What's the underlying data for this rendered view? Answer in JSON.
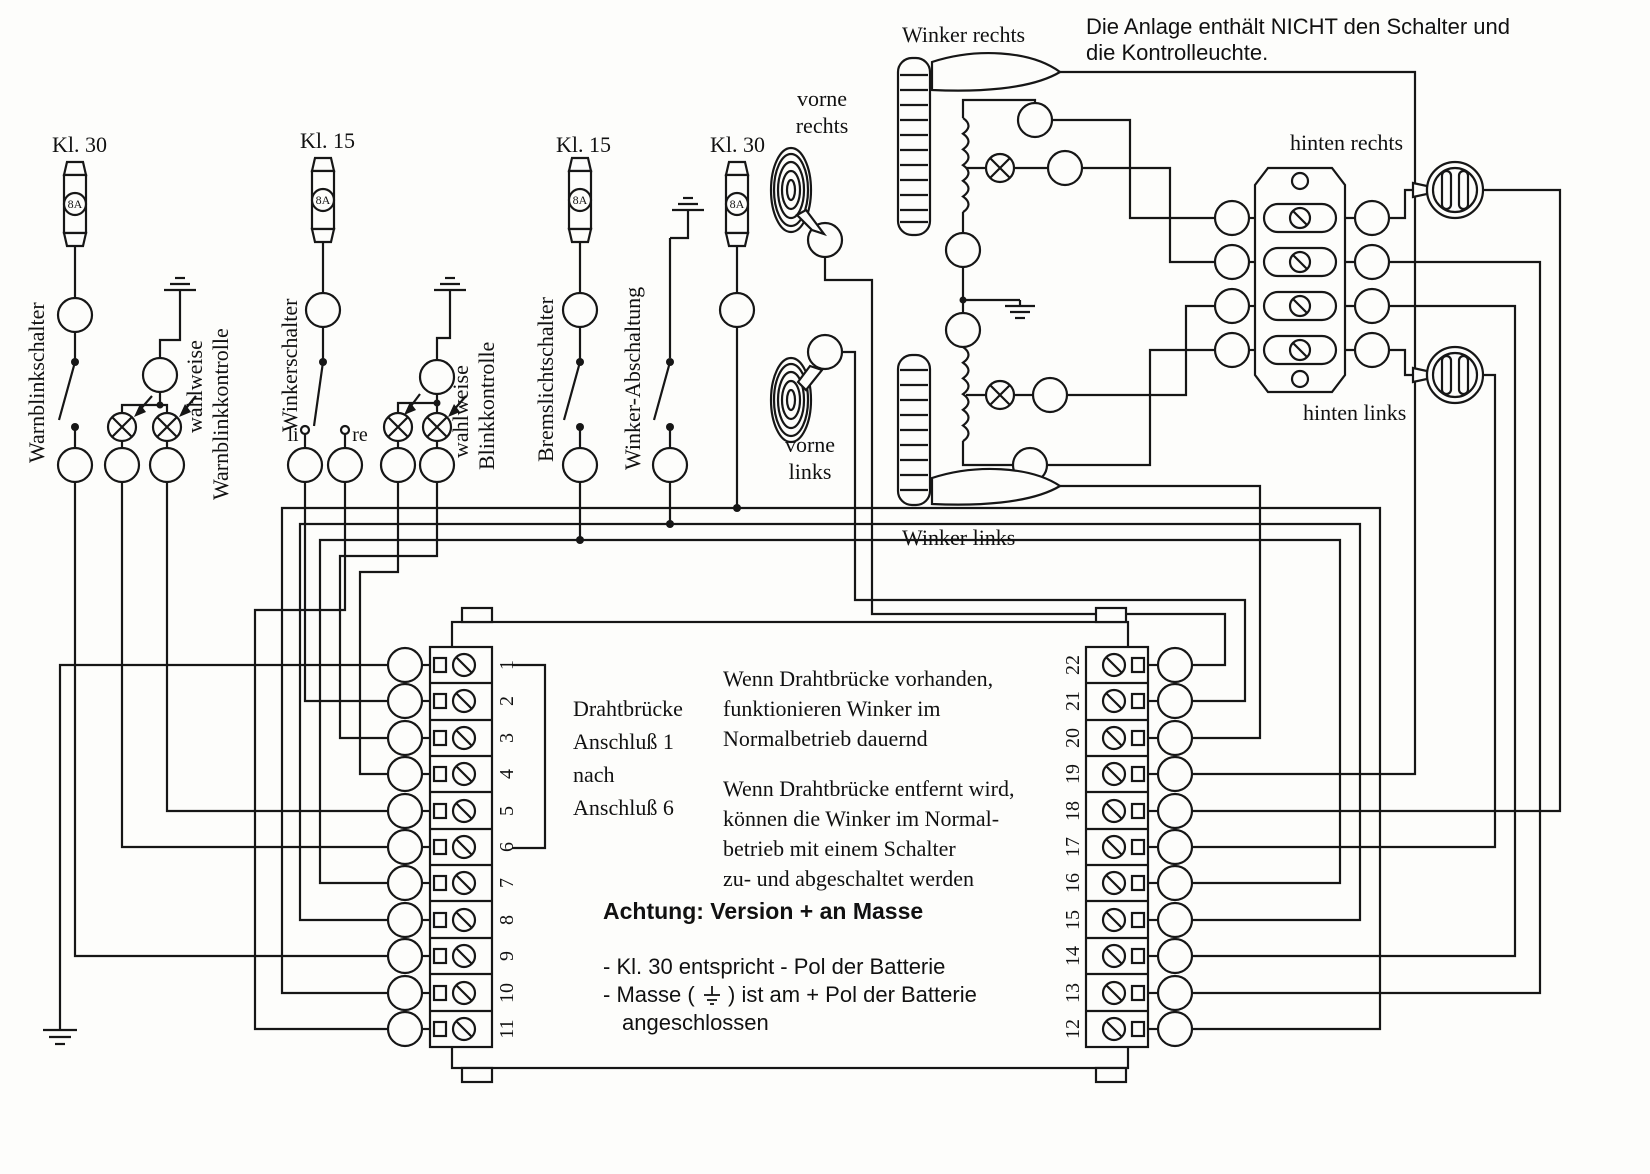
{
  "note_top_right": {
    "line1": "Die Anlage enthält NICHT den Schalter und",
    "line2": "die Kontrolleuchte."
  },
  "fuses": {
    "f1": "Kl. 30",
    "f2": "Kl. 15",
    "f3": "Kl. 15",
    "f4": "Kl. 30",
    "rating": "8A"
  },
  "switches": {
    "warnblinkschalter": "Warnblinkschalter",
    "warnblinkkontrolle": "Warnblinkkontrolle",
    "wahlweise_warn": "wahlweise",
    "winkerschalter": "Winkerschalter",
    "li": "li",
    "re": "re",
    "blinkkontrolle": "Blinkkontrolle",
    "wahlweise_blink": "wahlweise",
    "bremslichtschalter": "Bremslichtschalter",
    "winker_abschaltung": "Winker-Abschaltung"
  },
  "lamps": {
    "winker_rechts": "Winker rechts",
    "winker_links": "Winker links",
    "vorne_rechts_l1": "vorne",
    "vorne_rechts_l2": "rechts",
    "vorne_links_l1": "vorne",
    "vorne_links_l2": "links",
    "hinten_rechts": "hinten rechts",
    "hinten_links": "hinten links"
  },
  "relay": {
    "left_terminals": [
      "1",
      "2",
      "3",
      "4",
      "5",
      "6",
      "7",
      "8",
      "9",
      "10",
      "11"
    ],
    "right_terminals": [
      "22",
      "21",
      "20",
      "19",
      "18",
      "17",
      "16",
      "15",
      "14",
      "13",
      "12"
    ],
    "bridge": {
      "l1": "Drahtbrücke",
      "l2": "Anschluß 1",
      "l3": "nach",
      "l4": "Anschluß 6"
    },
    "para1": {
      "l1": "Wenn Drahtbrücke vorhanden,",
      "l2": "funktionieren Winker im",
      "l3": "Normalbetrieb dauernd"
    },
    "para2": {
      "l1": "Wenn Drahtbrücke entfernt wird,",
      "l2": "können die Winker im Normal-",
      "l3": "betrieb mit einem Schalter",
      "l4": "zu- und abgeschaltet werden"
    },
    "warning": "Achtung: Version + an Masse",
    "batt1": "- Kl. 30 entspricht - Pol der Batterie",
    "batt2_pre": "- Masse (",
    "batt2_post": ") ist am + Pol der Batterie",
    "batt3": "angeschlossen"
  }
}
